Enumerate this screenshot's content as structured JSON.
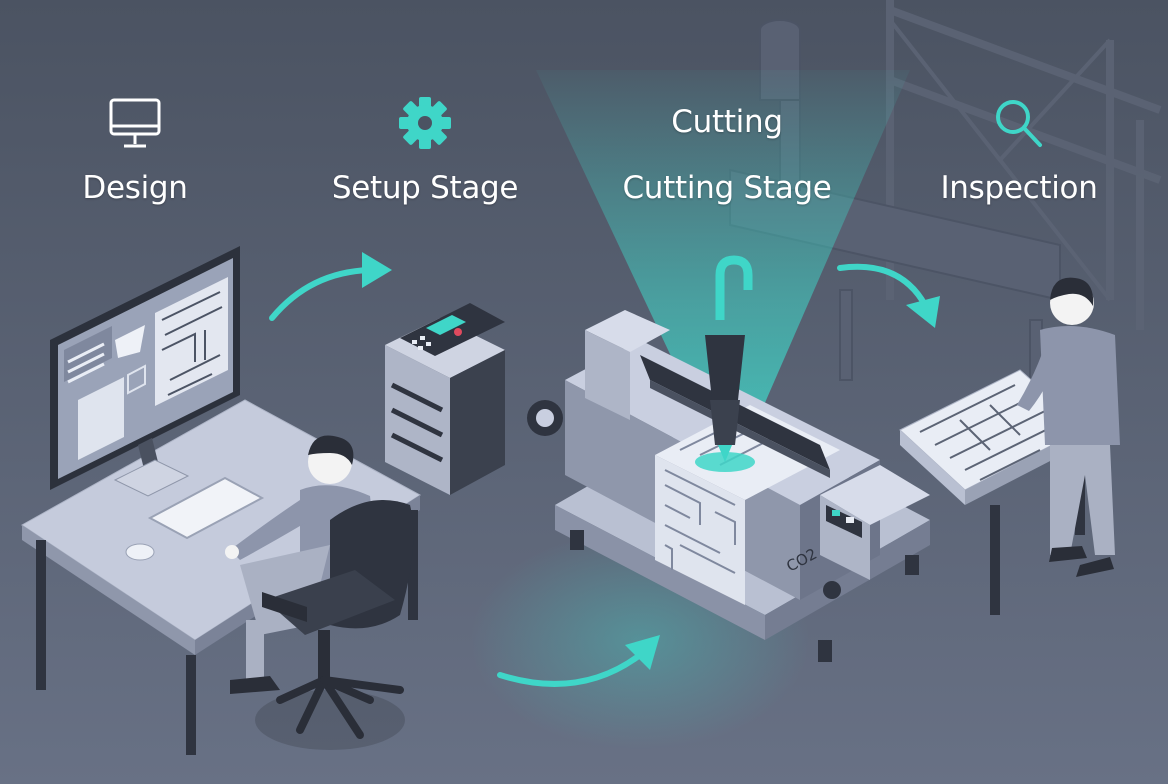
{
  "stages": [
    {
      "label": "Design",
      "icon": "monitor-icon"
    },
    {
      "label": "Setup Stage",
      "icon": "gear-icon"
    },
    {
      "label": "Cutting Stage",
      "icon_text": "Cutting"
    },
    {
      "label": "Inspection",
      "icon": "magnifier-icon"
    }
  ],
  "machine": {
    "badge": "CO2"
  },
  "colors": {
    "accent": "#3fd6c8",
    "background_top": "#4d5564",
    "background_bottom": "#6b7487",
    "equipment_light": "#c9cfe0",
    "equipment_dark": "#2f3440"
  }
}
